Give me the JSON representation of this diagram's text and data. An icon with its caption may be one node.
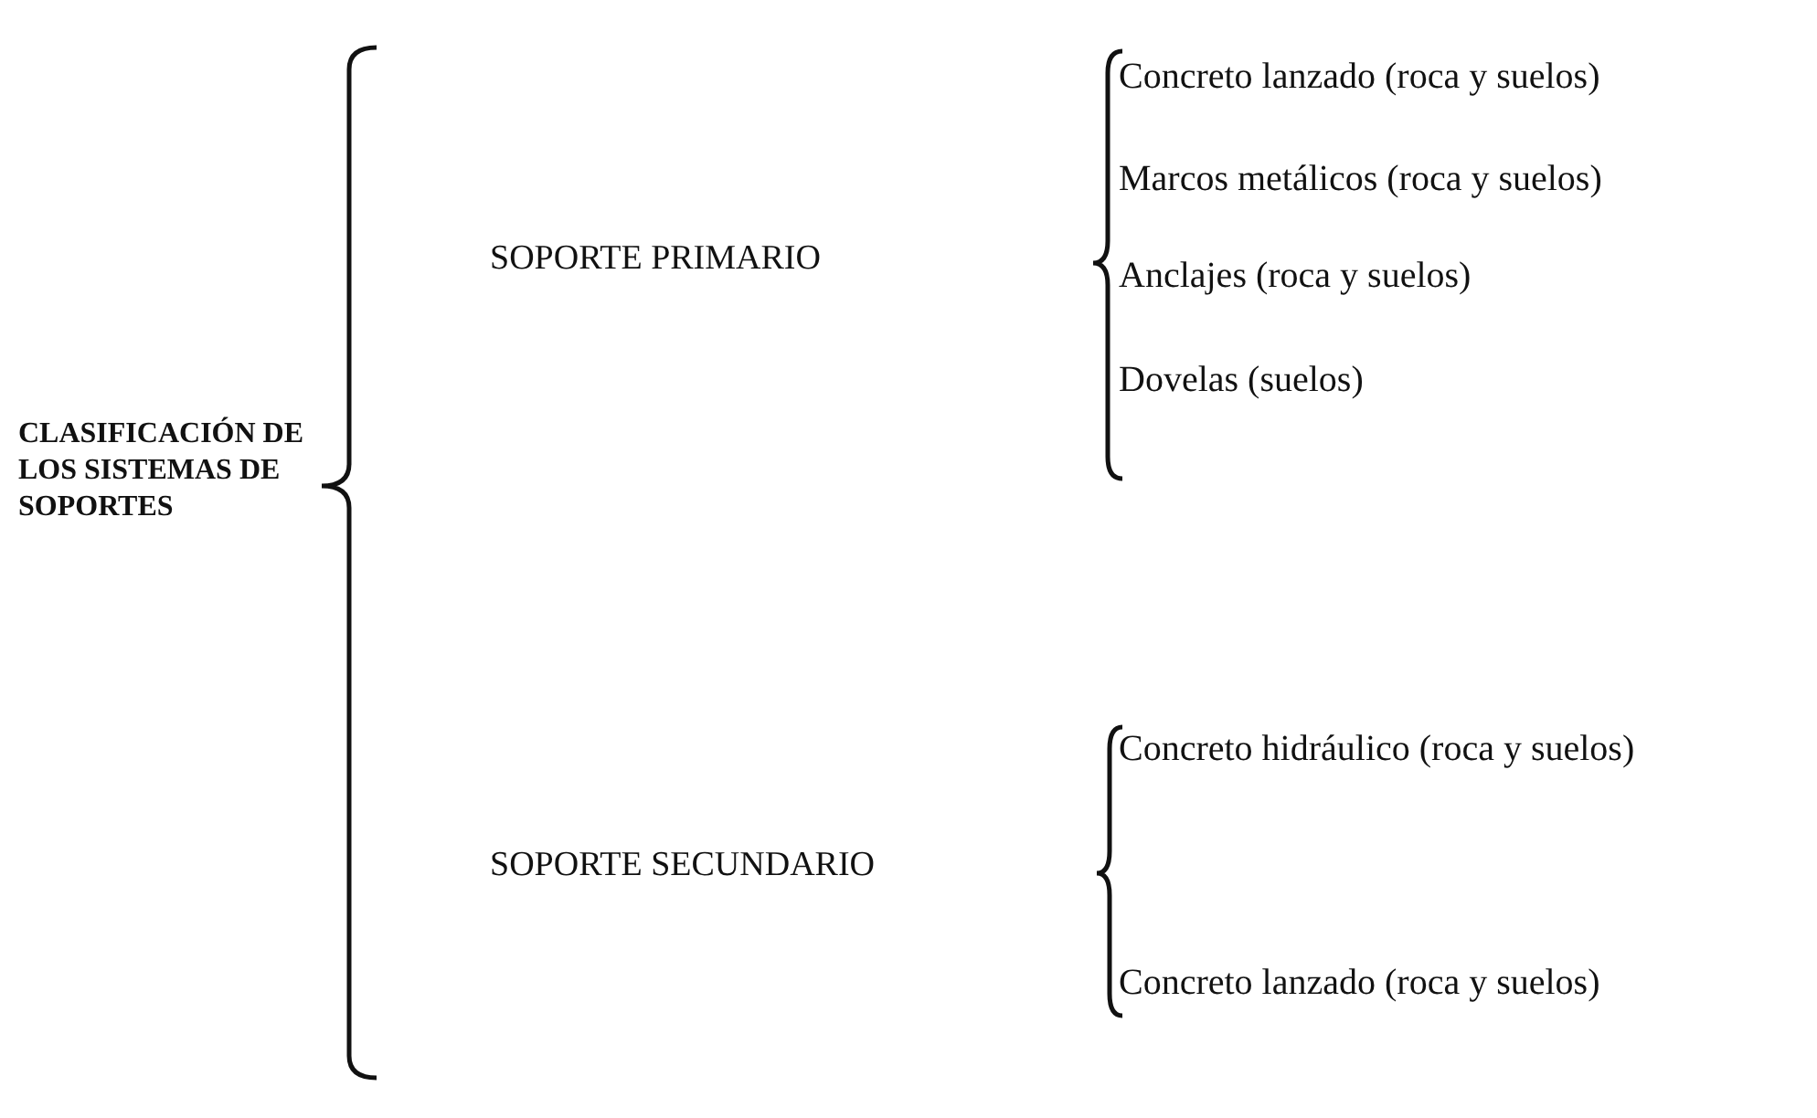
{
  "diagram": {
    "labels": [
      "CLASIFICACIÓN DE LOS SISTEMAS DE SOPORTES",
      "SOPORTE PRIMARIO",
      "Concreto lanzado (roca y suelos)",
      "Marcos metálicos (roca y suelos)",
      "Anclajes (roca y suelos)",
      "Dovelas (suelos)",
      "SOPORTE SECUNDARIO",
      "Concreto hidráulico (roca y suelos)",
      "Concreto lanzado (roca y suelos)"
    ]
  }
}
